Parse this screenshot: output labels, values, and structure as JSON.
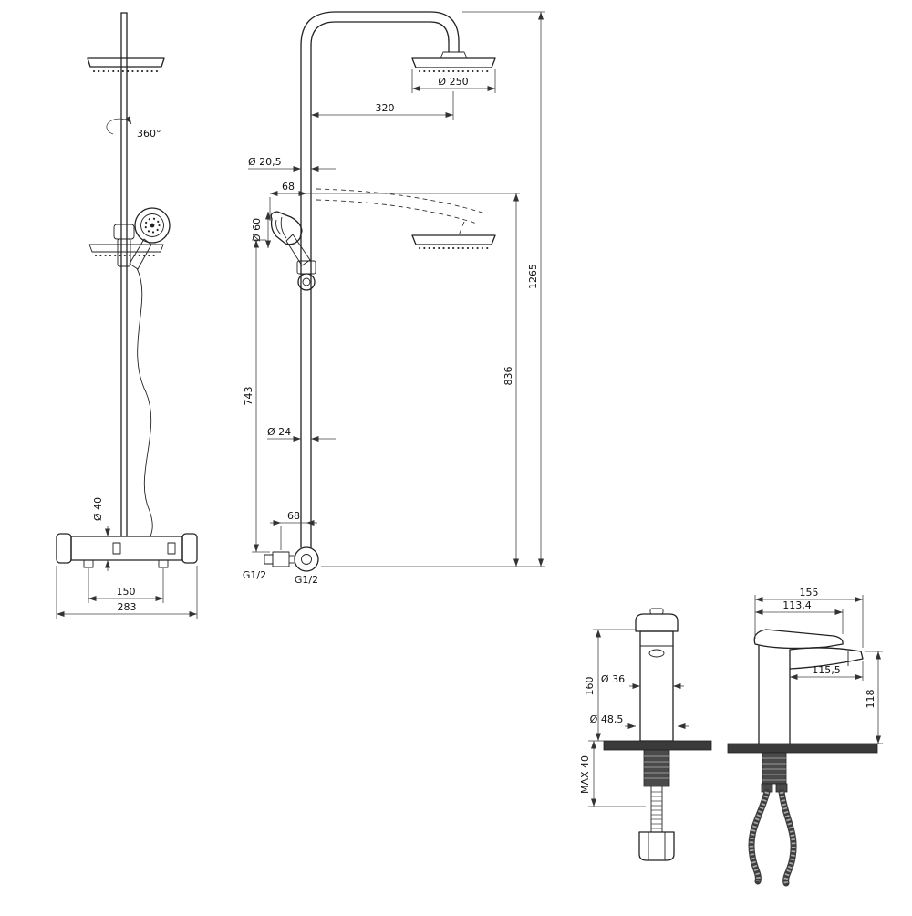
{
  "front_view": {
    "rotation": "360°",
    "bar_diameter": "Ø 40",
    "inlet_spacing": "150",
    "overall_width": "283"
  },
  "side_view": {
    "head_diameter": "Ø 250",
    "arm_reach": "320",
    "riser_diameter": "Ø 20,5",
    "upper_offset": "68",
    "handshower_diameter": "Ø 60",
    "bar_height": "743",
    "pipe_diameter": "Ø 24",
    "lower_offset": "68",
    "upper_height": "836",
    "overall_height": "1265",
    "thread_left": "G1/2",
    "thread_right": "G1/2"
  },
  "basin_front": {
    "height": "160",
    "body_diameter": "Ø 36",
    "hole_diameter": "Ø 48,5",
    "deck_max": "MAX 40"
  },
  "basin_side": {
    "overall_length": "155",
    "handle_length": "113,4",
    "spout_reach": "115,5",
    "spout_height": "118"
  }
}
